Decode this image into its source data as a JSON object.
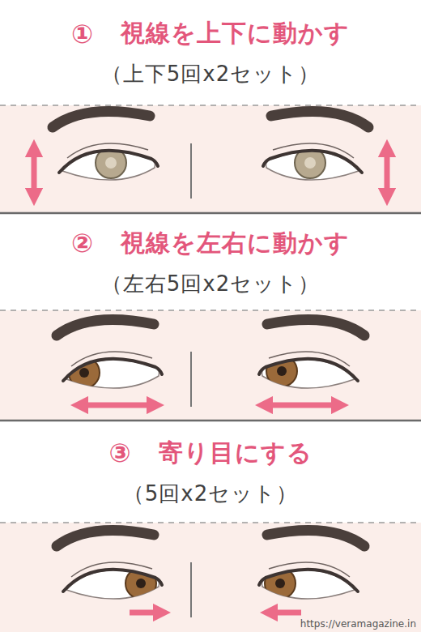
{
  "diagram": {
    "nodes": [
      {
        "text": [
          "①",
          "視線を上下に動かす",
          "（上下5回x2セット）"
        ]
      },
      {
        "text": [
          "②",
          "視線を左右に動かす",
          "（左右5回x2セット）"
        ]
      },
      {
        "text": [
          "③",
          "寄り目にする",
          "（5回x2セット）"
        ]
      }
    ],
    "labels": [
      "https://veramagazine.in"
    ]
  }
}
